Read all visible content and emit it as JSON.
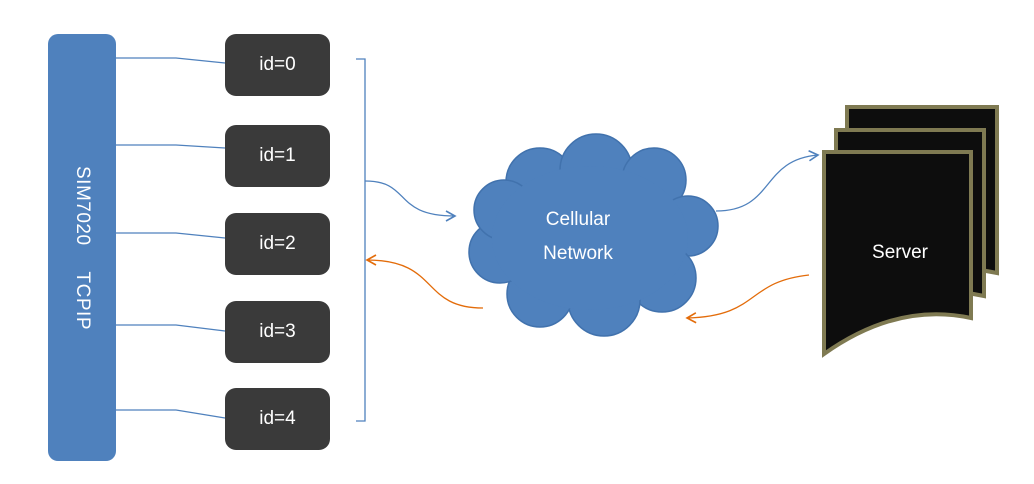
{
  "module": {
    "name": "SIM7020",
    "protocol": "TCPIP",
    "color": "#4f81bd"
  },
  "sockets": [
    {
      "label": "id=0"
    },
    {
      "label": "id=1"
    },
    {
      "label": "id=2"
    },
    {
      "label": "id=3"
    },
    {
      "label": "id=4"
    }
  ],
  "network": {
    "line1": "Cellular",
    "line2": "Network",
    "color": "#4f81bd"
  },
  "server": {
    "label": "Server",
    "fill": "#0d0d0d",
    "border": "#7f7a52"
  },
  "arrows": {
    "outbound_color": "#4f81bd",
    "inbound_color": "#e36c0a"
  }
}
